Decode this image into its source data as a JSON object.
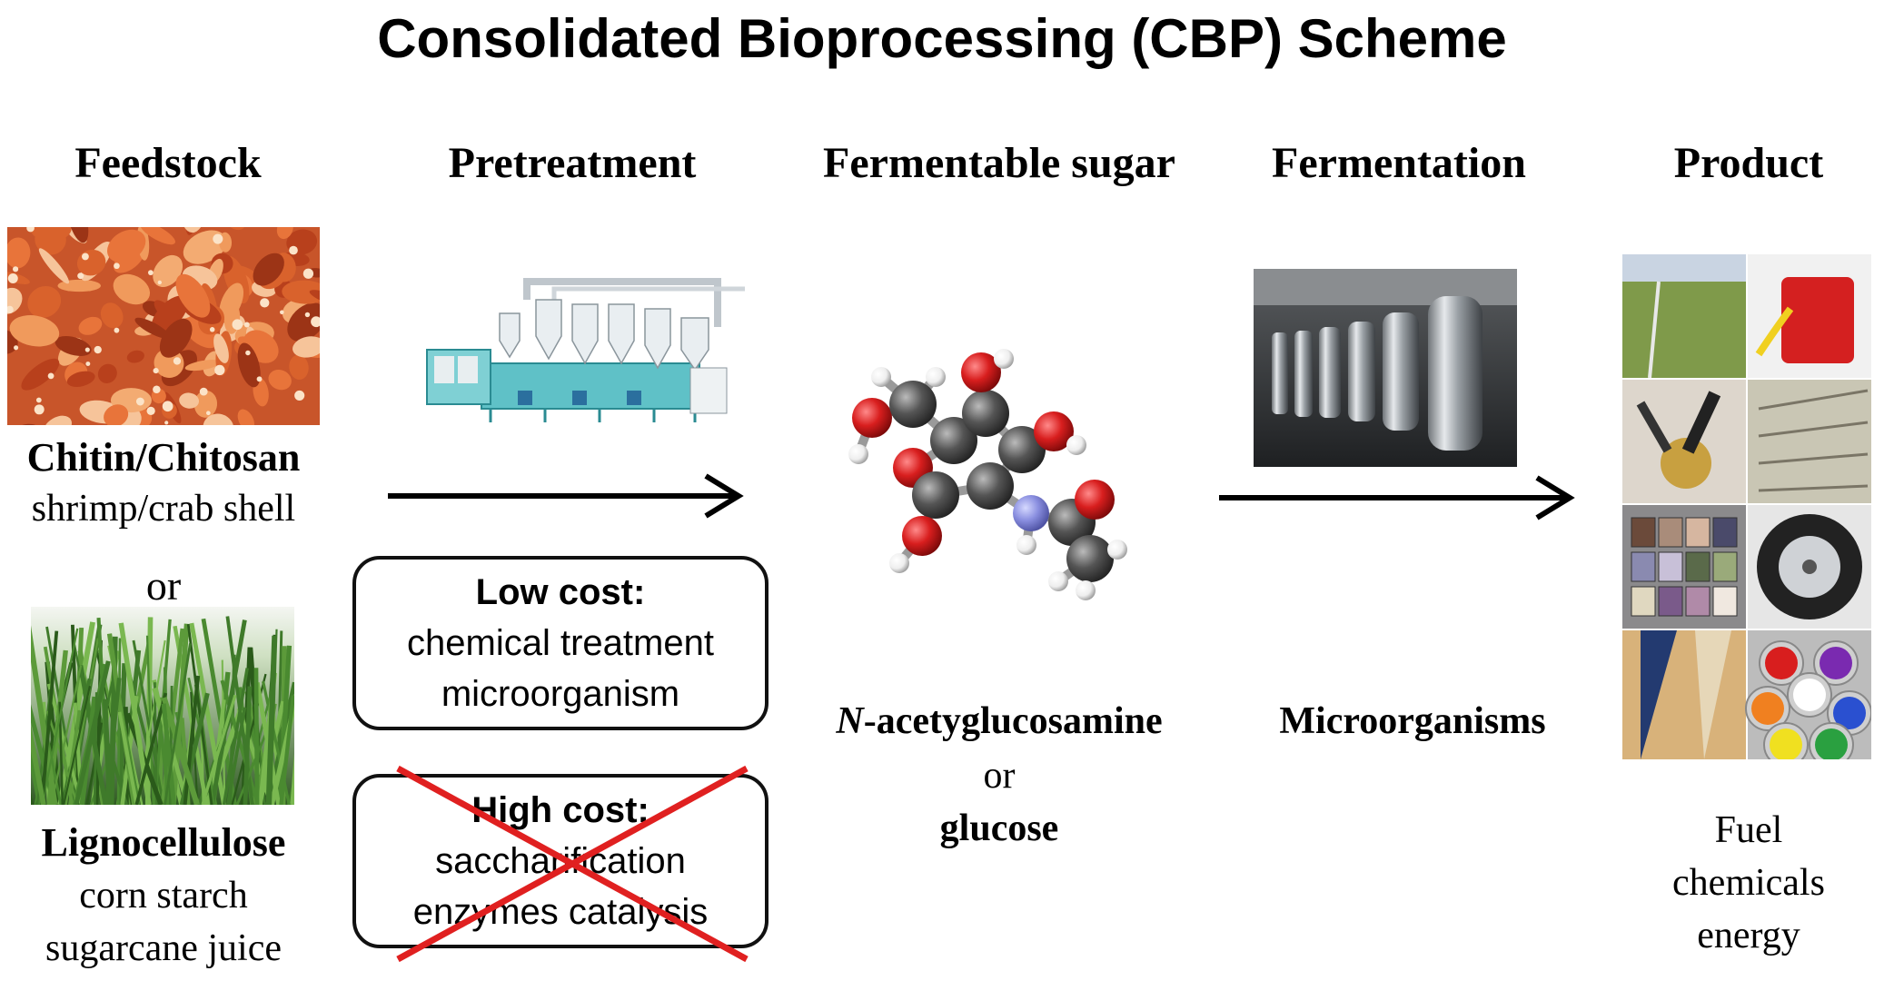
{
  "title": "Consolidated Bioprocessing (CBP) Scheme",
  "headers": {
    "feedstock": "Feedstock",
    "pretreatment": "Pretreatment",
    "sugar": "Fermentable sugar",
    "fermentation": "Fermentation",
    "product": "Product"
  },
  "feedstock": {
    "chitin_title": "Chitin/Chitosan",
    "chitin_source": "shrimp/crab shell",
    "or": "or",
    "ligno_title": "Lignocellulose",
    "ligno_source_1": "corn starch",
    "ligno_source_2": "sugarcane juice"
  },
  "pretreatment": {
    "low_title": "Low cost:",
    "low_line1": "chemical treatment",
    "low_line2": "microorganism",
    "high_title": "High cost:",
    "high_line1": "saccharification",
    "high_line2": "enzymes catalysis"
  },
  "sugar": {
    "name_italic": "N",
    "name_rest": "-acetyglucosamine",
    "or": "or",
    "alt": "glucose"
  },
  "fermentation": {
    "label": "Microorganisms"
  },
  "product": {
    "line1": "Fuel",
    "line2": "chemicals",
    "line3": "energy"
  },
  "colors": {
    "cross": "#e02020",
    "arrow": "#000000",
    "atom_oxygen": "#d81e1e",
    "atom_carbon": "#555555",
    "atom_nitrogen": "#8a8fe0",
    "atom_hydrogen": "#f2f2f2"
  }
}
